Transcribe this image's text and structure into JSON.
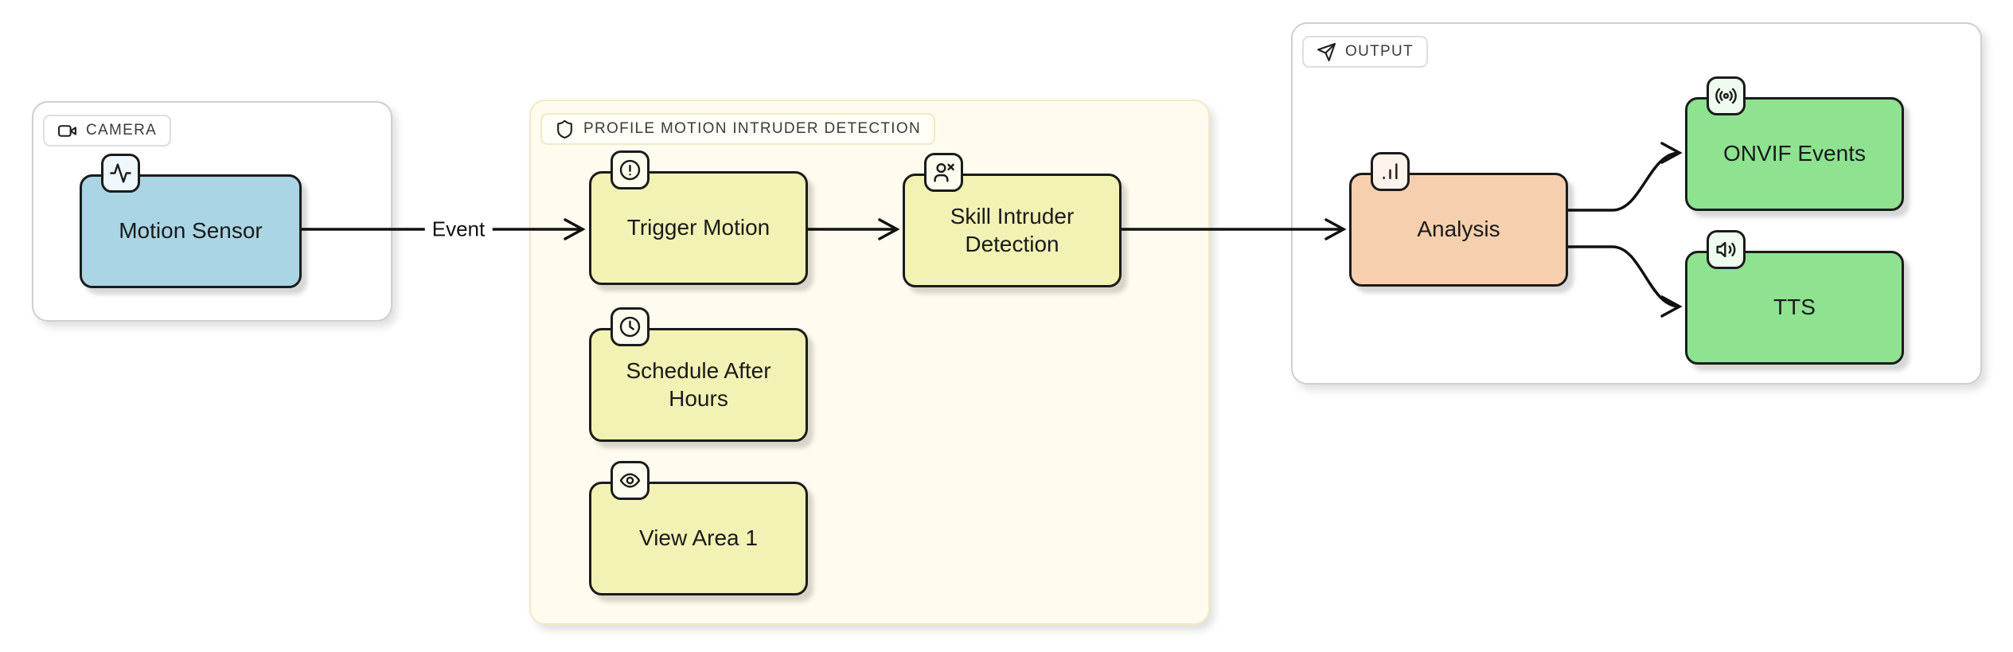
{
  "canvas": {
    "background": "#ffffff",
    "edge_color": "#111111"
  },
  "groups": {
    "camera": {
      "label": "CAMERA",
      "icon": "video-camera-icon",
      "fill": "#ffffff",
      "border": "#cfcfcf"
    },
    "profile": {
      "label": "PROFILE MOTION INTRUDER DETECTION",
      "icon": "shield-icon",
      "fill": "#fffcef",
      "border": "#f3e9c2"
    },
    "output": {
      "label": "OUTPUT",
      "icon": "send-icon",
      "fill": "#ffffff",
      "border": "#cfcfcf"
    }
  },
  "nodes": {
    "motion_sensor": {
      "label": "Motion Sensor",
      "icon": "activity-icon",
      "fill": "#a9d5e5",
      "icon_bg": "#eef7fb",
      "group": "camera"
    },
    "trigger_motion": {
      "label": "Trigger Motion",
      "icon": "alert-circle-icon",
      "fill": "#f1f2b4",
      "icon_bg": "#fcfdee",
      "group": "profile"
    },
    "skill_intruder_detection": {
      "label": "Skill Intruder Detection",
      "icon": "user-x-icon",
      "fill": "#f1f2b4",
      "icon_bg": "#fcfdee",
      "group": "profile"
    },
    "schedule_after_hours": {
      "label": "Schedule After Hours",
      "icon": "clock-icon",
      "fill": "#f1f2b4",
      "icon_bg": "#fcfdee",
      "group": "profile"
    },
    "view_area_1": {
      "label": "View Area 1",
      "icon": "eye-icon",
      "fill": "#f1f2b4",
      "icon_bg": "#fcfdee",
      "group": "profile"
    },
    "analysis": {
      "label": "Analysis",
      "icon": "bar-chart-icon",
      "fill": "#f6d0ae",
      "icon_bg": "#fdf3ea",
      "group": "output"
    },
    "onvif_events": {
      "label": "ONVIF Events",
      "icon": "broadcast-icon",
      "fill": "#8ee290",
      "icon_bg": "#eefbee",
      "group": "output"
    },
    "tts": {
      "label": "TTS",
      "icon": "speaker-icon",
      "fill": "#8ee290",
      "icon_bg": "#eefbee",
      "group": "output"
    }
  },
  "edges": [
    {
      "from": "motion_sensor",
      "to": "trigger_motion",
      "label": "Event"
    },
    {
      "from": "trigger_motion",
      "to": "skill_intruder_detection"
    },
    {
      "from": "skill_intruder_detection",
      "to": "analysis"
    },
    {
      "from": "analysis",
      "to": "onvif_events"
    },
    {
      "from": "analysis",
      "to": "tts"
    }
  ]
}
